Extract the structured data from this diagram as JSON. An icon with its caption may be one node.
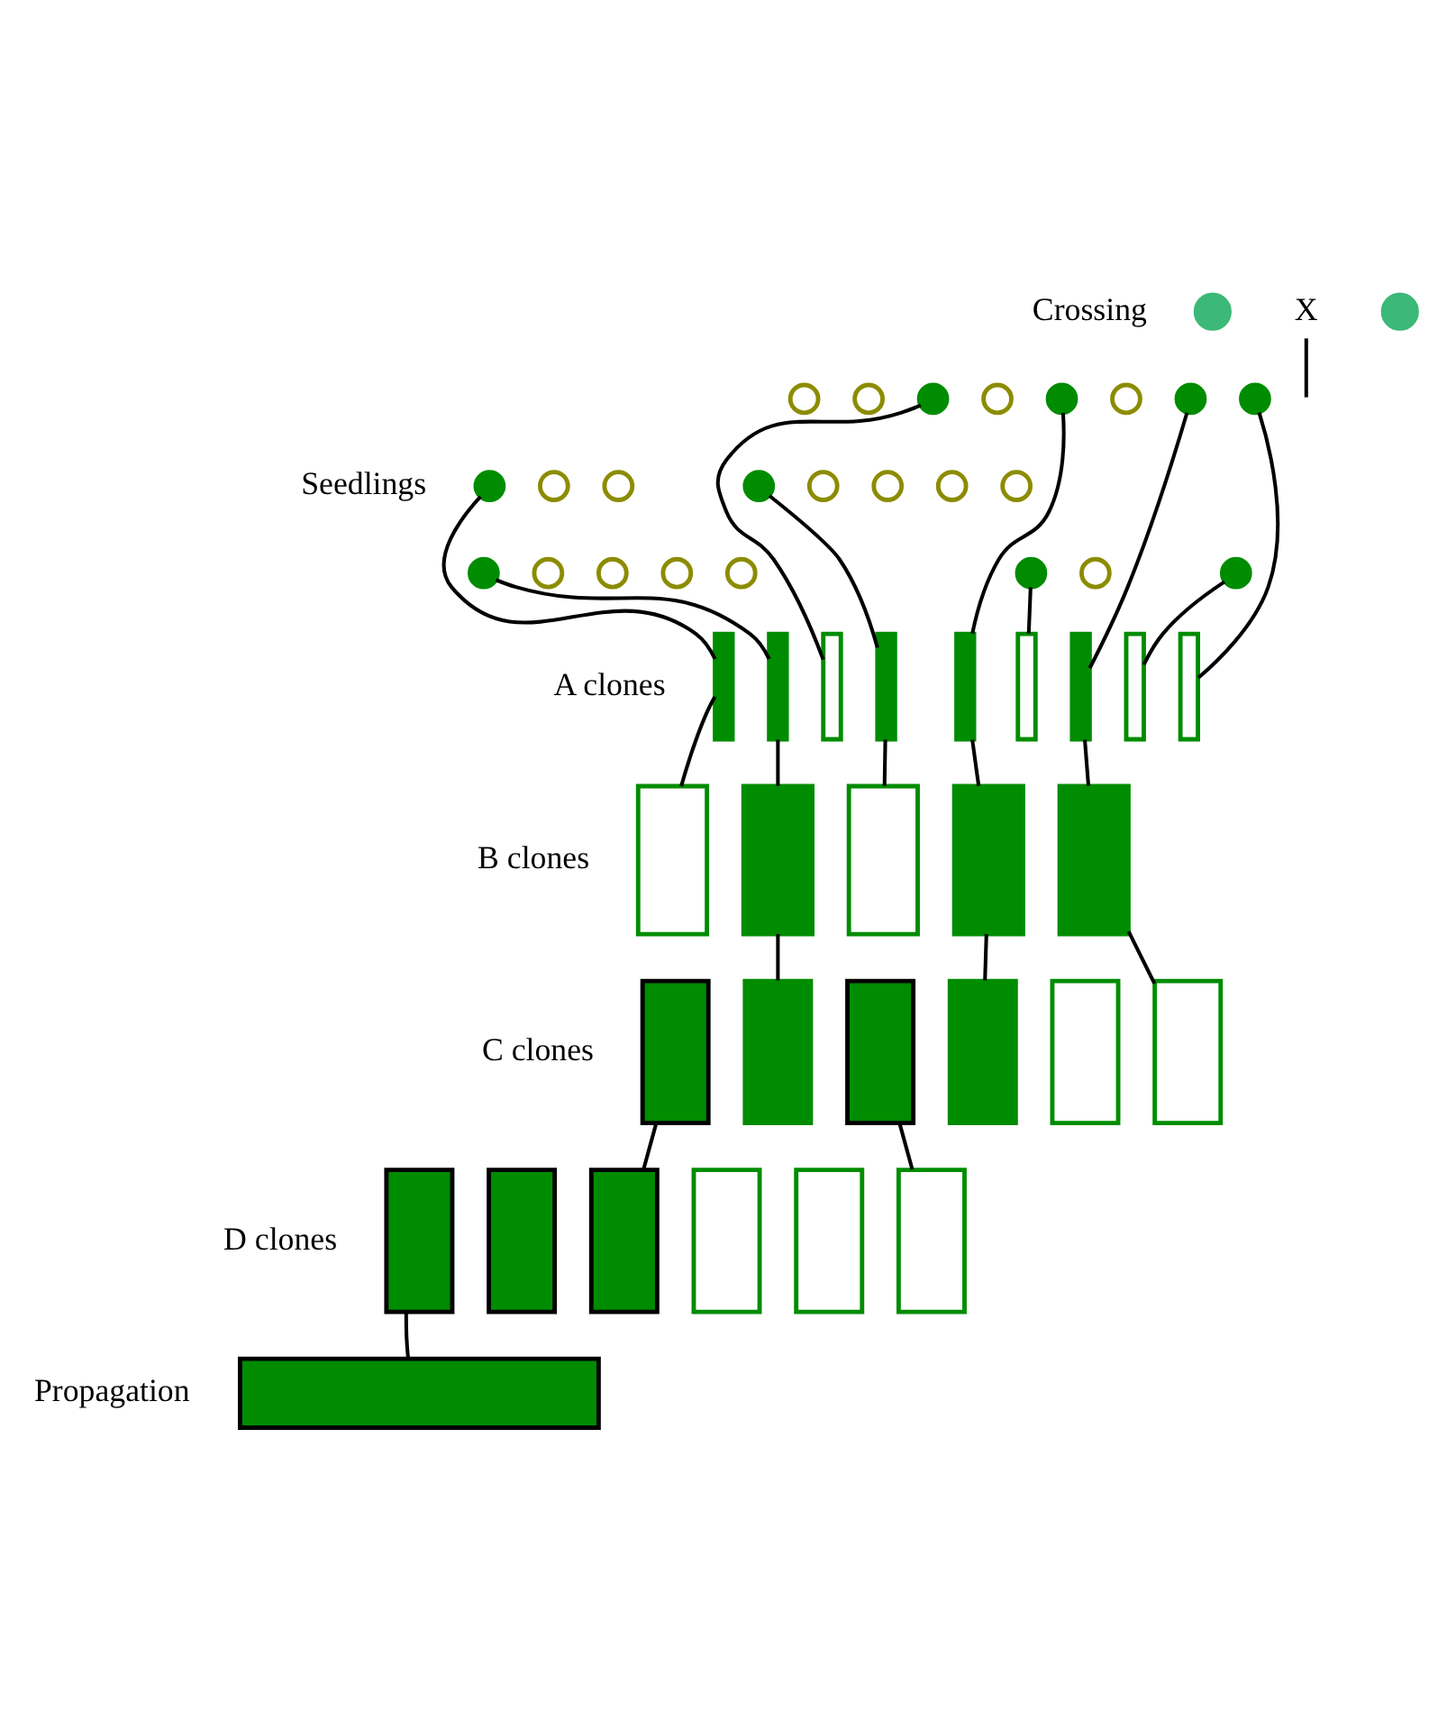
{
  "diagram": {
    "nodes": [
      {
        "text": [],
        "shape": "circle"
      },
      {
        "text": [
          "X"
        ]
      },
      {
        "text": [],
        "shape": "circle"
      },
      {
        "text": [],
        "shape": "circle"
      },
      {
        "text": [],
        "shape": "circle"
      },
      {
        "text": [],
        "shape": "circle"
      },
      {
        "text": [],
        "shape": "circle"
      },
      {
        "text": [],
        "shape": "circle"
      },
      {
        "text": [],
        "shape": "circle"
      },
      {
        "text": [],
        "shape": "circle"
      },
      {
        "text": [],
        "shape": "circle"
      },
      {
        "text": [],
        "shape": "circle"
      },
      {
        "text": [],
        "shape": "circle"
      },
      {
        "text": [],
        "shape": "circle"
      },
      {
        "text": [],
        "shape": "circle"
      },
      {
        "text": [],
        "shape": "circle"
      },
      {
        "text": [],
        "shape": "circle"
      },
      {
        "text": [],
        "shape": "circle"
      },
      {
        "text": [],
        "shape": "circle"
      },
      {
        "text": [],
        "shape": "circle"
      },
      {
        "text": [],
        "shape": "circle"
      },
      {
        "text": [],
        "shape": "circle"
      },
      {
        "text": [],
        "shape": "circle"
      },
      {
        "text": [],
        "shape": "circle"
      },
      {
        "text": [],
        "shape": "circle"
      },
      {
        "text": [],
        "shape": "circle"
      },
      {
        "text": [],
        "shape": "circle"
      },
      {
        "text": [],
        "shape": "box"
      },
      {
        "text": [],
        "shape": "box"
      },
      {
        "text": [],
        "shape": "box"
      },
      {
        "text": [],
        "shape": "box"
      },
      {
        "text": [],
        "shape": "box"
      },
      {
        "text": [],
        "shape": "box"
      },
      {
        "text": [],
        "shape": "box"
      },
      {
        "text": [],
        "shape": "box"
      },
      {
        "text": [],
        "shape": "box"
      },
      {
        "text": [],
        "shape": "box"
      },
      {
        "text": [],
        "shape": "box"
      },
      {
        "text": [],
        "shape": "box"
      },
      {
        "text": [],
        "shape": "box"
      },
      {
        "text": [],
        "shape": "box"
      },
      {
        "text": [],
        "shape": "box"
      },
      {
        "text": [],
        "shape": "box"
      },
      {
        "text": [],
        "shape": "box"
      },
      {
        "text": [],
        "shape": "box"
      },
      {
        "text": [],
        "shape": "box"
      },
      {
        "text": [],
        "shape": "box"
      },
      {
        "text": [],
        "shape": "box"
      },
      {
        "text": [],
        "shape": "box"
      },
      {
        "text": [],
        "shape": "box"
      },
      {
        "text": [],
        "shape": "box"
      },
      {
        "text": [],
        "shape": "box"
      },
      {
        "text": [],
        "shape": "box"
      },
      {
        "text": [],
        "shape": "box"
      }
    ],
    "edges": [
      {
        "from": 1,
        "to": null,
        "arrow": "none"
      },
      {
        "from": 11,
        "to": 27,
        "arrow": "none"
      },
      {
        "from": 19,
        "to": 28,
        "arrow": "none"
      },
      {
        "from": 5,
        "to": 29,
        "arrow": "none"
      },
      {
        "from": 14,
        "to": 30,
        "arrow": "none"
      },
      {
        "from": 7,
        "to": 31,
        "arrow": "none"
      },
      {
        "from": 24,
        "to": 32,
        "arrow": "none"
      },
      {
        "from": 9,
        "to": 33,
        "arrow": "none"
      },
      {
        "from": 26,
        "to": 34,
        "arrow": "none"
      },
      {
        "from": 10,
        "to": 35,
        "arrow": "none"
      },
      {
        "from": 27,
        "to": 36,
        "arrow": "none"
      },
      {
        "from": 28,
        "to": 37,
        "arrow": "none"
      },
      {
        "from": 30,
        "to": 38,
        "arrow": "none"
      },
      {
        "from": 31,
        "to": 39,
        "arrow": "none"
      },
      {
        "from": 33,
        "to": 40,
        "arrow": "none"
      },
      {
        "from": 37,
        "to": 42,
        "arrow": "none"
      },
      {
        "from": 39,
        "to": 44,
        "arrow": "none"
      },
      {
        "from": 40,
        "to": 46,
        "arrow": "none"
      },
      {
        "from": 41,
        "to": 49,
        "arrow": "none"
      },
      {
        "from": 43,
        "to": 52,
        "arrow": "none"
      },
      {
        "from": 47,
        "to": 53,
        "arrow": "none"
      }
    ],
    "labels": [
      "Crossing",
      "Seedlings",
      "A clones",
      "B clones",
      "C clones",
      "D clones",
      "Propagation"
    ]
  }
}
